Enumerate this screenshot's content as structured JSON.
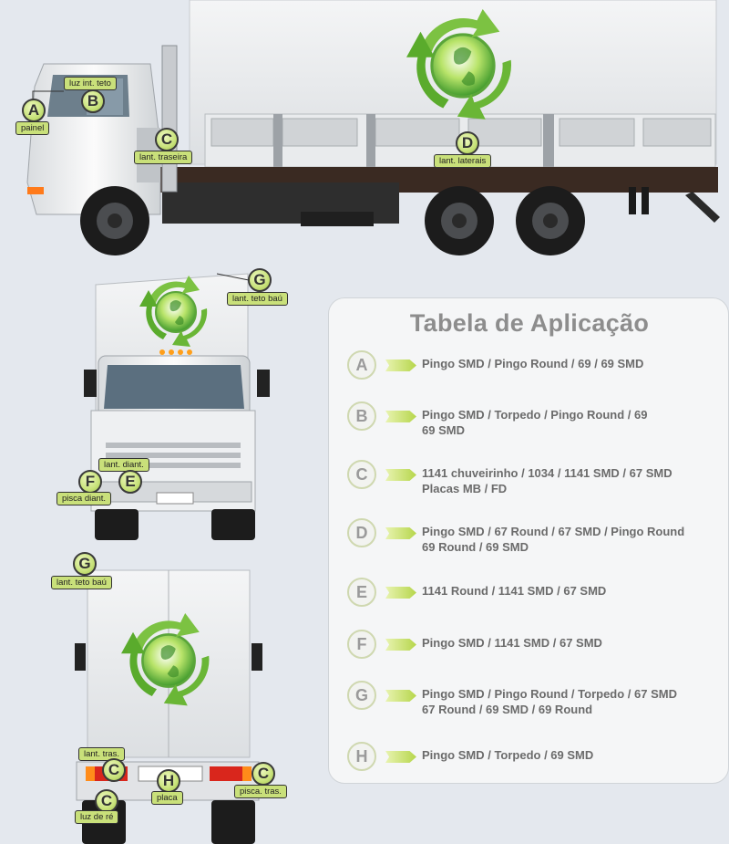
{
  "colors": {
    "label_green": "#c9e07a",
    "arrow_green": "#b6d64c",
    "title_gray": "#8d8d8d",
    "text_gray": "#6b6b6b"
  },
  "icons": {
    "cab": "truck-side-view",
    "front": "truck-front-view",
    "rear": "truck-rear-view",
    "logo": "recycle-globe-icon"
  },
  "callouts": {
    "side": [
      {
        "letter": "A",
        "label": "painel"
      },
      {
        "letter": "B",
        "label": "luz int. teto"
      },
      {
        "letter": "C",
        "label": "lant. traseira"
      },
      {
        "letter": "D",
        "label": "lant. laterais"
      }
    ],
    "front": [
      {
        "letter": "G",
        "label": "lant. teto baú"
      },
      {
        "letter": "F",
        "label": "pisca diant."
      },
      {
        "letter": "E",
        "label": "lant. diant."
      }
    ],
    "rear": [
      {
        "letter": "G",
        "label": "lant. teto baú"
      },
      {
        "letter": "C",
        "label": "lant. tras."
      },
      {
        "letter": "H",
        "label": "placa"
      },
      {
        "letter": "C",
        "label": "pisca. tras."
      },
      {
        "letter": "C",
        "label": "luz de ré"
      }
    ]
  },
  "table": {
    "title": "Tabela de Aplicação",
    "rows": [
      {
        "letter": "A",
        "line1": "Pingo SMD / Pingo Round / 69 / 69 SMD",
        "line2": ""
      },
      {
        "letter": "B",
        "line1": "Pingo SMD / Torpedo / Pingo Round / 69",
        "line2": "69 SMD"
      },
      {
        "letter": "C",
        "line1": "1141 chuveirinho / 1034 / 1141 SMD / 67 SMD",
        "line2": "Placas MB / FD"
      },
      {
        "letter": "D",
        "line1": "Pingo SMD / 67 Round / 67 SMD / Pingo Round",
        "line2": "69 Round / 69 SMD"
      },
      {
        "letter": "E",
        "line1": "1141 Round / 1141 SMD / 67 SMD",
        "line2": ""
      },
      {
        "letter": "F",
        "line1": "Pingo SMD / 1141 SMD / 67 SMD",
        "line2": ""
      },
      {
        "letter": "G",
        "line1": "Pingo SMD / Pingo Round / Torpedo / 67 SMD",
        "line2": "67 Round / 69 SMD / 69 Round"
      },
      {
        "letter": "H",
        "line1": "Pingo SMD / Torpedo / 69 SMD",
        "line2": ""
      }
    ]
  }
}
